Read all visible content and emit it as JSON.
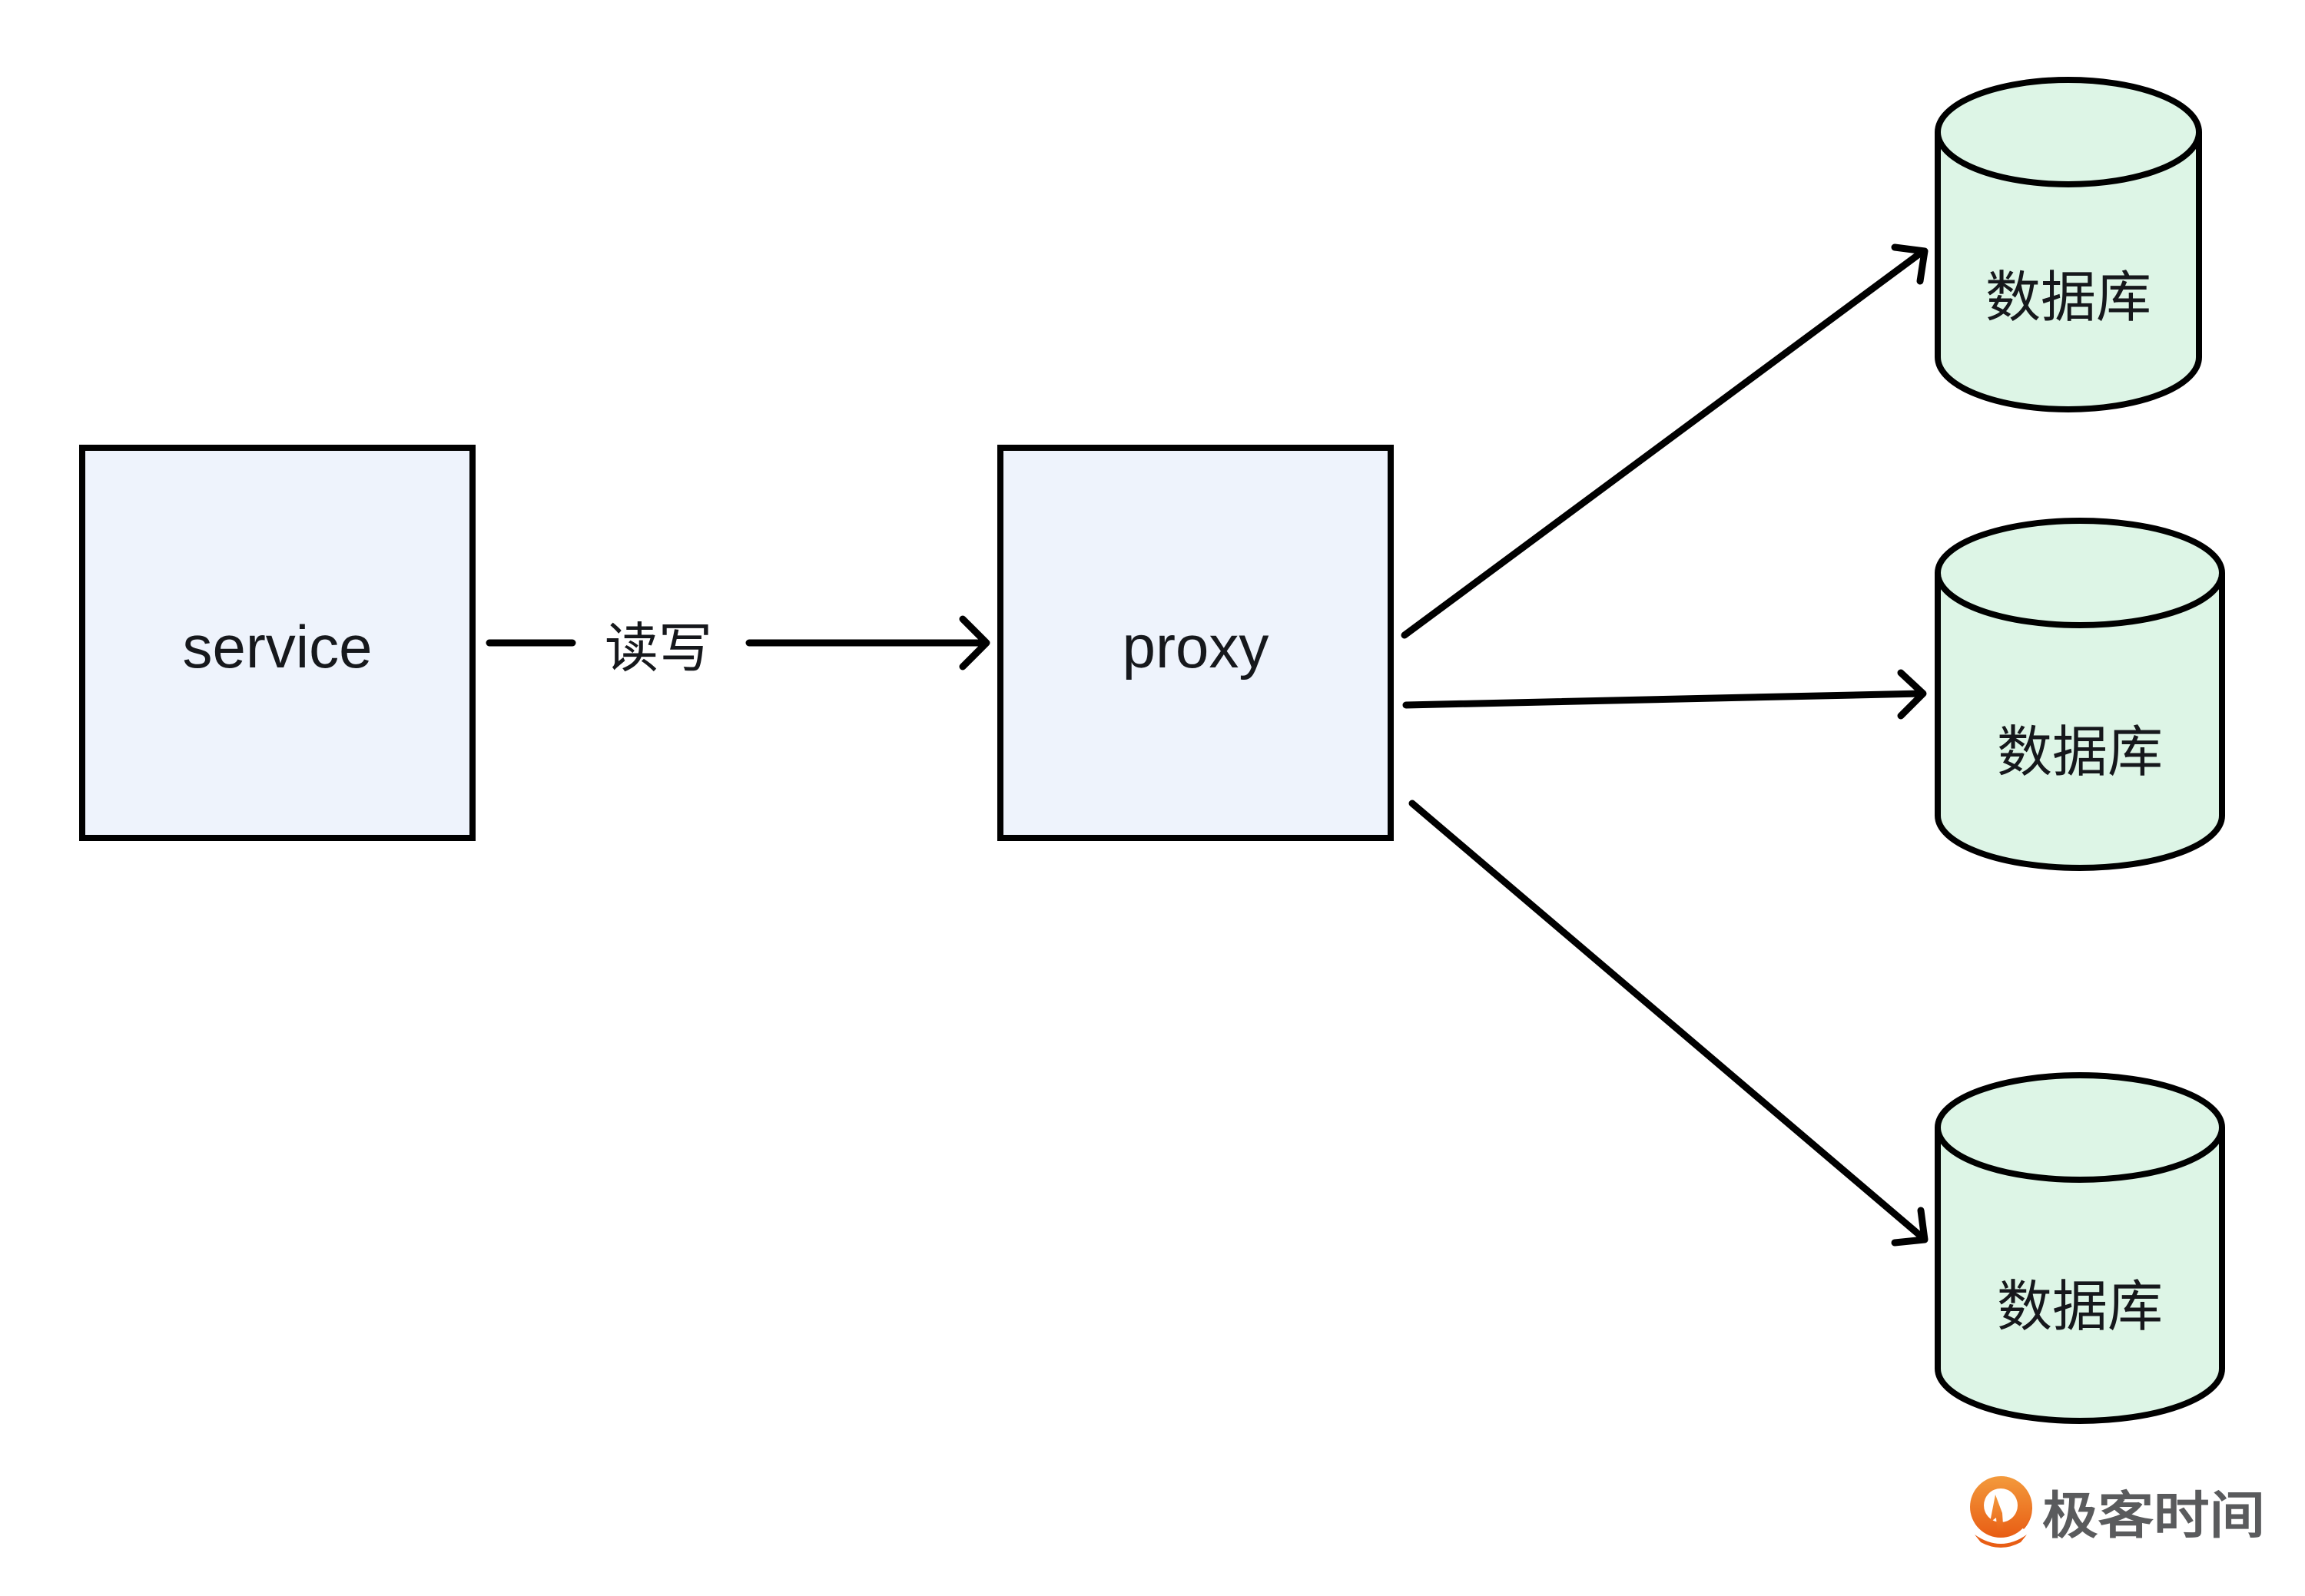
{
  "diagram": {
    "nodes": [
      {
        "id": "service",
        "label": "service",
        "shape": "rectangle"
      },
      {
        "id": "proxy",
        "label": "proxy",
        "shape": "rectangle"
      },
      {
        "id": "db1",
        "label": "数据库",
        "shape": "cylinder"
      },
      {
        "id": "db2",
        "label": "数据库",
        "shape": "cylinder"
      },
      {
        "id": "db3",
        "label": "数据库",
        "shape": "cylinder"
      }
    ],
    "edges": [
      {
        "from": "service",
        "to": "proxy",
        "label": "读写"
      },
      {
        "from": "proxy",
        "to": "db1",
        "label": ""
      },
      {
        "from": "proxy",
        "to": "db2",
        "label": ""
      },
      {
        "from": "proxy",
        "to": "db3",
        "label": ""
      }
    ]
  },
  "colors": {
    "box_fill": "#eef3fc",
    "db_fill": "#ddf5e6",
    "stroke": "#000000",
    "brand_orange": "#ec6a1c",
    "brand_text": "#5a5b5d"
  },
  "watermark": {
    "icon": "geektime-logo-icon",
    "text": "极客时间"
  }
}
